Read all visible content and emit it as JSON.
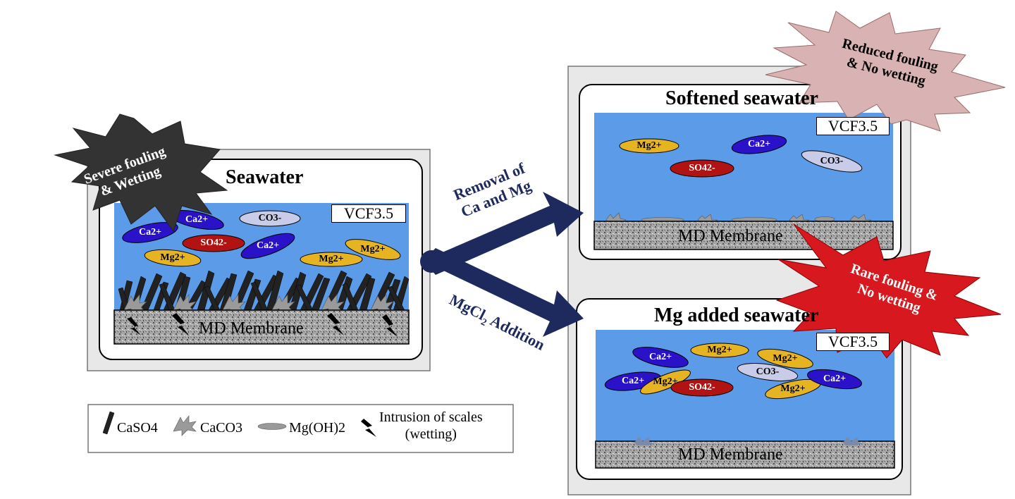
{
  "panels": {
    "seawater": {
      "title": "Seawater",
      "vcf": "VCF3.5",
      "membrane": "MD Membrane",
      "ions": [
        "Ca2+",
        "Ca2+",
        "CO3-",
        "Ca2+",
        "SO42-",
        "Mg2+",
        "Mg2+",
        "Mg2+"
      ]
    },
    "softened": {
      "title": "Softened seawater",
      "vcf": "VCF3.5",
      "membrane": "MD Membrane",
      "ions": [
        "Mg2+",
        "Ca2+",
        "SO42-",
        "CO3-"
      ]
    },
    "mg_added": {
      "title": "Mg added seawater",
      "vcf": "VCF3.5",
      "membrane": "MD Membrane",
      "ions": [
        "Ca2+",
        "Mg2+",
        "Mg2+",
        "CO3-",
        "Ca2+",
        "Mg2+",
        "SO42-",
        "Mg2+",
        "Ca2+"
      ]
    }
  },
  "bursts": {
    "severe": {
      "line1": "Severe fouling",
      "line2": "& Wetting",
      "color": "#333333"
    },
    "reduced": {
      "line1": "Reduced fouling",
      "line2": "& No wetting",
      "color": "#d9b3b3"
    },
    "rare": {
      "line1": "Rare fouling &",
      "line2": "No wetting",
      "color": "#d7191f"
    }
  },
  "arrows": {
    "upper_line1": "Removal of",
    "upper_line2": "Ca and Mg",
    "lower_label_prefix": "MgCl",
    "lower_label_sub": "2",
    "lower_label_suffix": " Addition",
    "color": "#1e2a5e"
  },
  "legend": {
    "caso4": "CaSO4",
    "caco3": "CaCO3",
    "mgoh2": "Mg(OH)2",
    "intrusion_line1": "Intrusion of scales",
    "intrusion_line2": "(wetting)"
  },
  "colors": {
    "water": "#5b9be8",
    "ca": "#2a12c9",
    "mg": "#e6b422",
    "so4": "#b11212",
    "co3": "#c9cce8",
    "membrane": "#9a9a9a"
  }
}
